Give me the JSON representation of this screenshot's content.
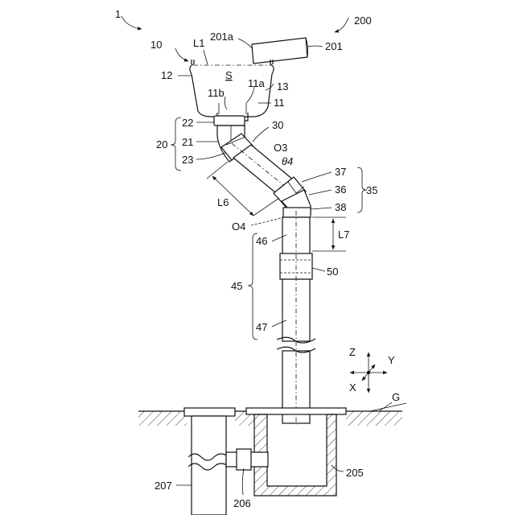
{
  "labels": {
    "fig": "1",
    "system": "200",
    "gutter": "10",
    "L1": "L1",
    "roof_edge": "201a",
    "roof": "201",
    "wall12": "12",
    "S": "S",
    "outlet_11a": "11a",
    "wall13": "13",
    "outlet_11b": "11b",
    "outlet": "11",
    "p22": "22",
    "p30": "30",
    "elbow": "20",
    "p21": "21",
    "O3": "O3",
    "p23": "23",
    "theta": "θ4",
    "p37": "37",
    "L6": "L6",
    "p36": "36",
    "joint": "35",
    "p38": "38",
    "O4": "O4",
    "L7": "L7",
    "p46": "46",
    "p50": "50",
    "downpipe": "45",
    "p47": "47",
    "axZ": "Z",
    "axY": "Y",
    "axX": "X",
    "ground": "G",
    "basin": "205",
    "p207": "207",
    "p206": "206"
  }
}
